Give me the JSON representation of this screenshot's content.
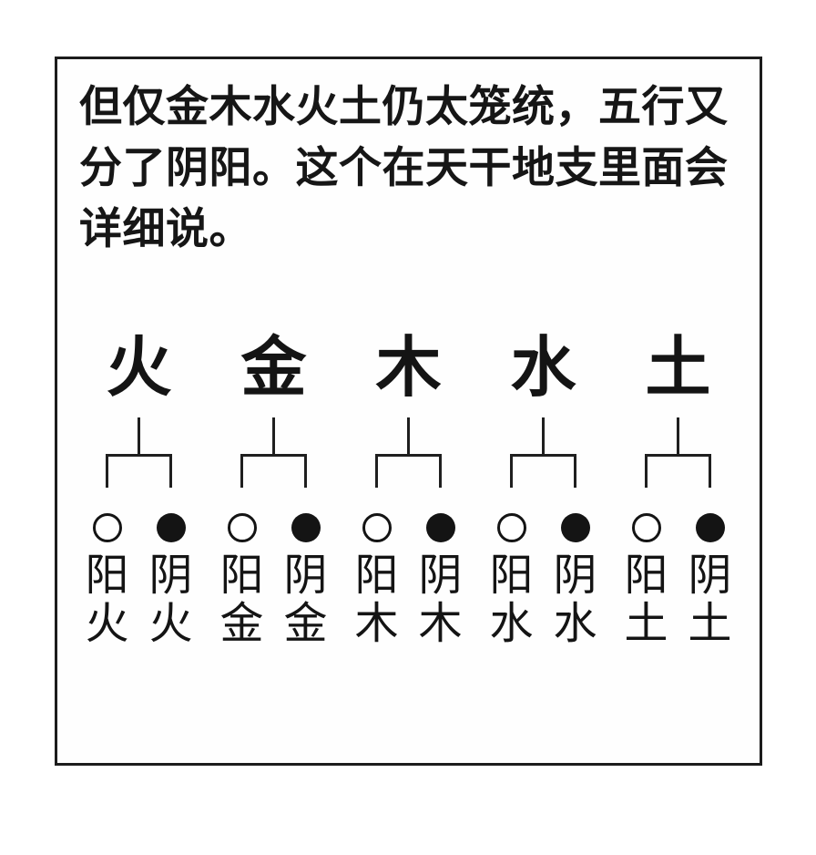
{
  "intro": {
    "text": "但仅金木水火土仍太笼统，五行又\n分了阴阳。这个在天干地支里面会\n详细说。"
  },
  "diagram": {
    "elements": [
      {
        "char": "火",
        "yang_label": "阳火",
        "yin_label": "阴火"
      },
      {
        "char": "金",
        "yang_label": "阳金",
        "yin_label": "阴金"
      },
      {
        "char": "木",
        "yang_label": "阳木",
        "yin_label": "阴木"
      },
      {
        "char": "水",
        "yang_label": "阳水",
        "yin_label": "阴水"
      },
      {
        "char": "土",
        "yang_label": "阳土",
        "yin_label": "阴土"
      }
    ],
    "icons": {
      "yang": "white-circle",
      "yin": "black-circle"
    }
  },
  "colors": {
    "ink": "#141414",
    "border": "#1c1c1c",
    "background": "#ffffff"
  }
}
